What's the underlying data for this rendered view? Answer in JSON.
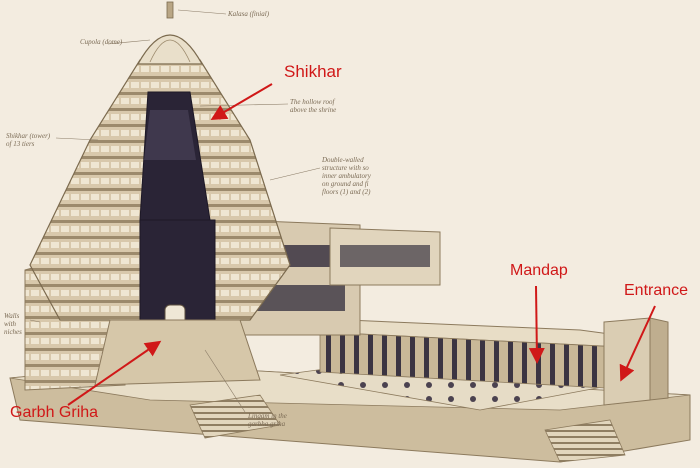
{
  "labels": {
    "shikhar": "Shikhar",
    "mandap": "Mandap",
    "entrance": "Entrance",
    "garbh_griha": "Garbh Griha"
  },
  "notes": {
    "kalasa": "Kalasa (finial)",
    "cupola": "Cupola (dome)",
    "hollow_roof": [
      "The hollow roof",
      "above the shrine"
    ],
    "shikhar_tower": [
      "Shikhar (tower)",
      "of 13 tiers"
    ],
    "double_walled": [
      "Double-walled",
      "structure with so",
      "inner ambulatory",
      "on ground and fi",
      "floors (1) and (2)"
    ],
    "walls": [
      "Walls",
      "with",
      "niches"
    ],
    "lingam": [
      "Lingam in the",
      "garbha griha"
    ]
  },
  "colors": {
    "background": "#f3ece0",
    "stone": "#dccfb6",
    "stone_dark": "#a8977b",
    "interior": "#2a2436",
    "annotation": "#d01818",
    "note_text": "#7b6b55"
  }
}
